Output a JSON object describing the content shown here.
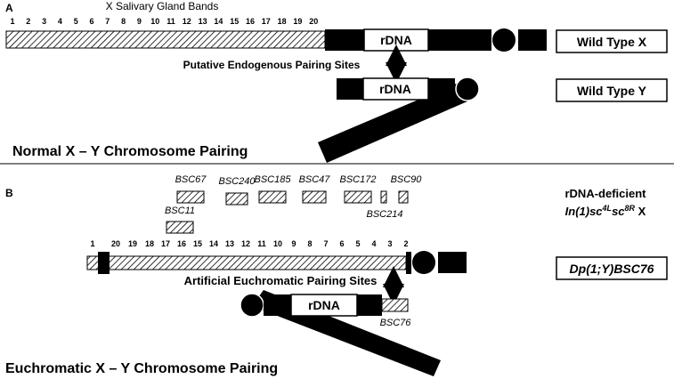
{
  "panel_a": {
    "letter": "A",
    "title": "X Salivary Gland Bands",
    "band_numbers": [
      "1",
      "2",
      "3",
      "4",
      "5",
      "6",
      "7",
      "8",
      "9",
      "10",
      "11",
      "12",
      "13",
      "14",
      "15",
      "16",
      "17",
      "18",
      "19",
      "20"
    ],
    "x_rdna_label": "rDNA",
    "y_rdna_label": "rDNA",
    "pairing_label": "Putative Endogenous Pairing Sites",
    "wild_type_x_label": "Wild Type X",
    "wild_type_y_label": "Wild Type Y",
    "caption": "Normal X – Y Chromosome Pairing"
  },
  "panel_b": {
    "letter": "B",
    "deficiencies": [
      {
        "name": "BSC67"
      },
      {
        "name": "BSC240"
      },
      {
        "name": "BSC185"
      },
      {
        "name": "BSC47"
      },
      {
        "name": "BSC172"
      },
      {
        "name": "BSC90"
      },
      {
        "name": "BSC214"
      },
      {
        "name": "BSC11"
      }
    ],
    "band_numbers": [
      "1",
      "20",
      "19",
      "18",
      "17",
      "16",
      "15",
      "14",
      "13",
      "12",
      "11",
      "10",
      "9",
      "8",
      "7",
      "6",
      "5",
      "4",
      "3",
      "2"
    ],
    "rdna_deficient_line1": "rDNA-deficient",
    "rdna_deficient_line2_a": "In(1)sc",
    "rdna_deficient_sup1": "4L",
    "rdna_deficient_line2_b": "sc",
    "rdna_deficient_sup2": "8R",
    "rdna_deficient_line2_c": " X",
    "dp_label": "Dp(1;Y)BSC76",
    "pairing_label": "Artificial Euchromatic Pairing Sites",
    "y_rdna_label": "rDNA",
    "bsc76_label": "BSC76",
    "caption": "Euchromatic X – Y Chromosome Pairing"
  }
}
